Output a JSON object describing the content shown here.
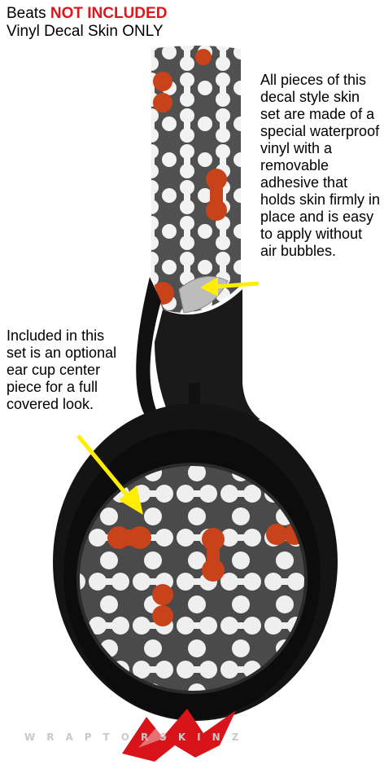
{
  "header": {
    "line1_prefix": "Beats ",
    "line1_highlight": "NOT INCLUDED",
    "line2": "Vinyl Decal Skin ONLY"
  },
  "callouts": {
    "right_text": "All pieces of this decal style skin set are made of a special waterproof vinyl with a removable adhesive that holds skin firmly in place and is easy to apply without air bubbles.",
    "left_text": "Included in this set is an optional ear cup center piece for a full covered look."
  },
  "footer": {
    "logo_text": "WRAPTORSKINZ"
  },
  "colors": {
    "accent_red": "#e0161b",
    "arrow_yellow": "#ffee00",
    "pattern_orange": "#c8421a",
    "pattern_white": "#f2f2f2",
    "pattern_gray": "#505050",
    "headphone_black": "#1a1a1a"
  }
}
